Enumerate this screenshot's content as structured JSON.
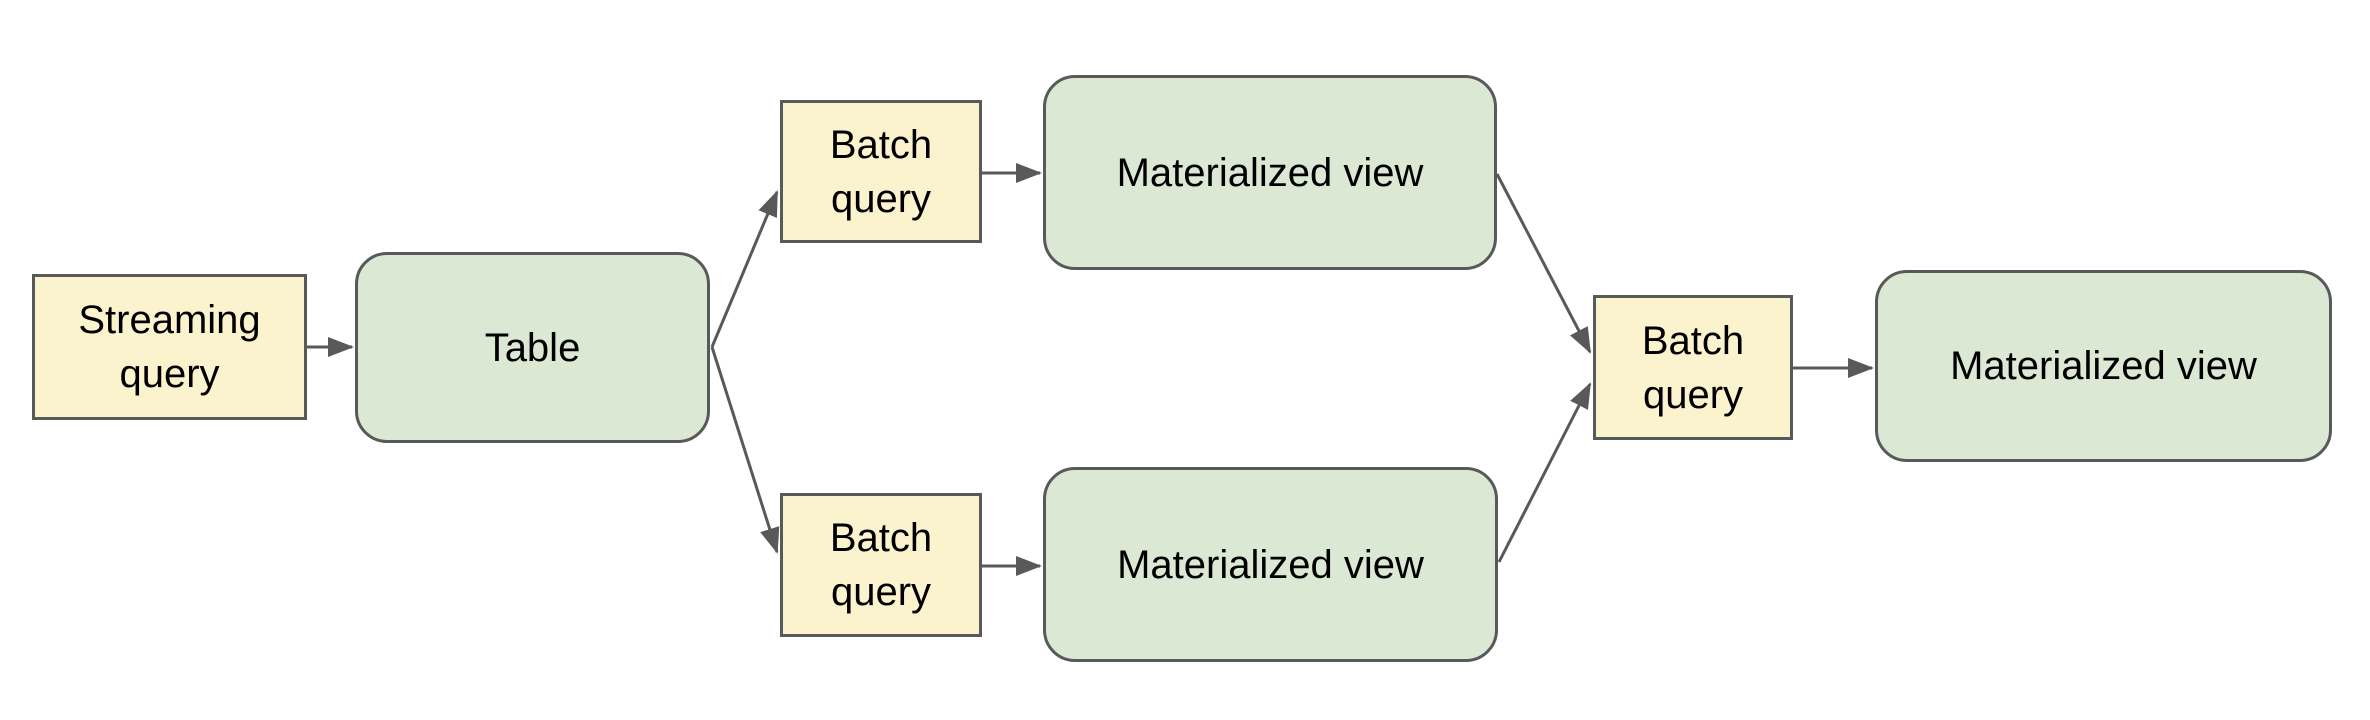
{
  "diagram": {
    "description": "Flow diagram: a streaming query feeds a table; batch queries fan out to materialized views which merge through another batch query into a final materialized view",
    "background_color": "#ffffff",
    "colors": {
      "query_fill": "#FBF2CE",
      "view_fill": "#DBE8D4",
      "stroke": "#595959",
      "text": "#000000"
    },
    "nodes": [
      {
        "id": "streaming-query",
        "label": "Streaming query",
        "kind": "query"
      },
      {
        "id": "table",
        "label": "Table",
        "kind": "view"
      },
      {
        "id": "batch-query-top",
        "label": "Batch query",
        "kind": "query"
      },
      {
        "id": "materialized-view-top",
        "label": "Materialized view",
        "kind": "view"
      },
      {
        "id": "batch-query-bottom",
        "label": "Batch query",
        "kind": "query"
      },
      {
        "id": "materialized-view-bottom",
        "label": "Materialized view",
        "kind": "view"
      },
      {
        "id": "batch-query-merge",
        "label": "Batch query",
        "kind": "query"
      },
      {
        "id": "materialized-view-final",
        "label": "Materialized view",
        "kind": "view"
      }
    ],
    "edges": [
      {
        "from": "streaming-query",
        "to": "table"
      },
      {
        "from": "table",
        "to": "batch-query-top"
      },
      {
        "from": "table",
        "to": "batch-query-bottom"
      },
      {
        "from": "batch-query-top",
        "to": "materialized-view-top"
      },
      {
        "from": "batch-query-bottom",
        "to": "materialized-view-bottom"
      },
      {
        "from": "materialized-view-top",
        "to": "batch-query-merge"
      },
      {
        "from": "materialized-view-bottom",
        "to": "batch-query-merge"
      },
      {
        "from": "batch-query-merge",
        "to": "materialized-view-final"
      }
    ]
  }
}
